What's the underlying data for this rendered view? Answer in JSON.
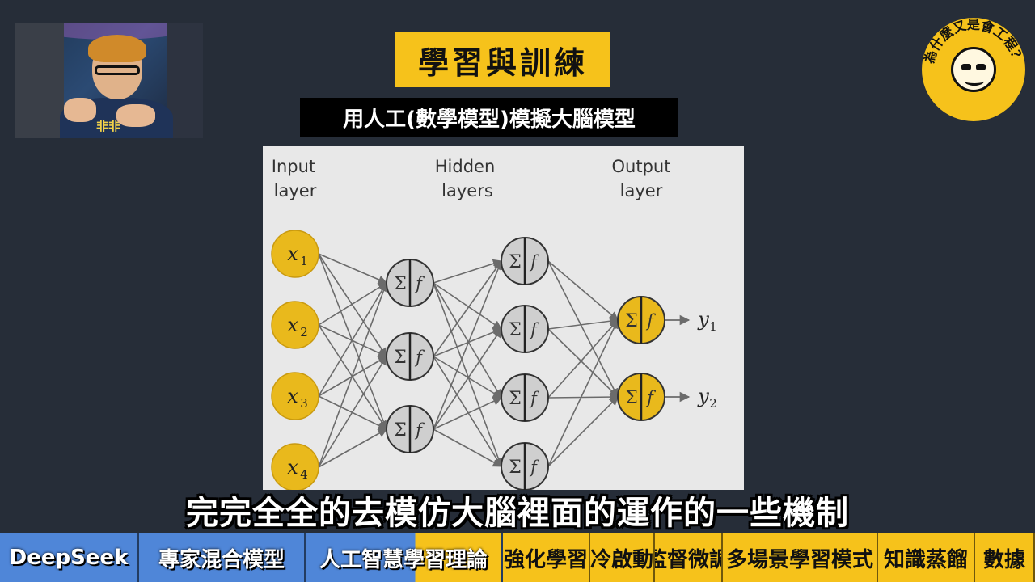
{
  "title": "學習與訓練",
  "subtitle": "用人工(數學模型)模擬大腦模型",
  "logo": {
    "ring_text": "為什麼又是會工程？"
  },
  "webcam": {
    "shirt_text": "非非"
  },
  "diagram": {
    "layer_labels": {
      "input_line1": "Input",
      "input_line2": "layer",
      "hidden_line1": "Hidden",
      "hidden_line2": "layers",
      "output_line1": "Output",
      "output_line2": "layer"
    },
    "inputs": [
      {
        "var": "x",
        "sub": "1"
      },
      {
        "var": "x",
        "sub": "2"
      },
      {
        "var": "x",
        "sub": "3"
      },
      {
        "var": "x",
        "sub": "4"
      }
    ],
    "neuron_sigma": "Σ",
    "neuron_f": "f",
    "outputs": [
      {
        "var": "y",
        "sub": "1"
      },
      {
        "var": "y",
        "sub": "2"
      }
    ],
    "layer_sizes": [
      4,
      3,
      4,
      2
    ],
    "colors": {
      "input_node": "#e9b91c",
      "hidden_node": "#cfcfcf",
      "output_node": "#e9b91c",
      "edge": "#6b6b6b",
      "background": "#e8e8e8"
    }
  },
  "caption": "完完全全的去模仿大腦裡面的運作的一些機制",
  "chapters": [
    {
      "label": "DeepSeek",
      "state": "done"
    },
    {
      "label": "專家混合模型",
      "state": "done"
    },
    {
      "label": "人工智慧學習理論",
      "state": "current"
    },
    {
      "label": "強化學習",
      "state": "todo"
    },
    {
      "label": "冷啟動",
      "state": "todo"
    },
    {
      "label": "監督微調",
      "state": "todo"
    },
    {
      "label": "多場景學習模式",
      "state": "todo"
    },
    {
      "label": "知識蒸餾",
      "state": "todo"
    },
    {
      "label": "數據",
      "state": "todo"
    }
  ]
}
